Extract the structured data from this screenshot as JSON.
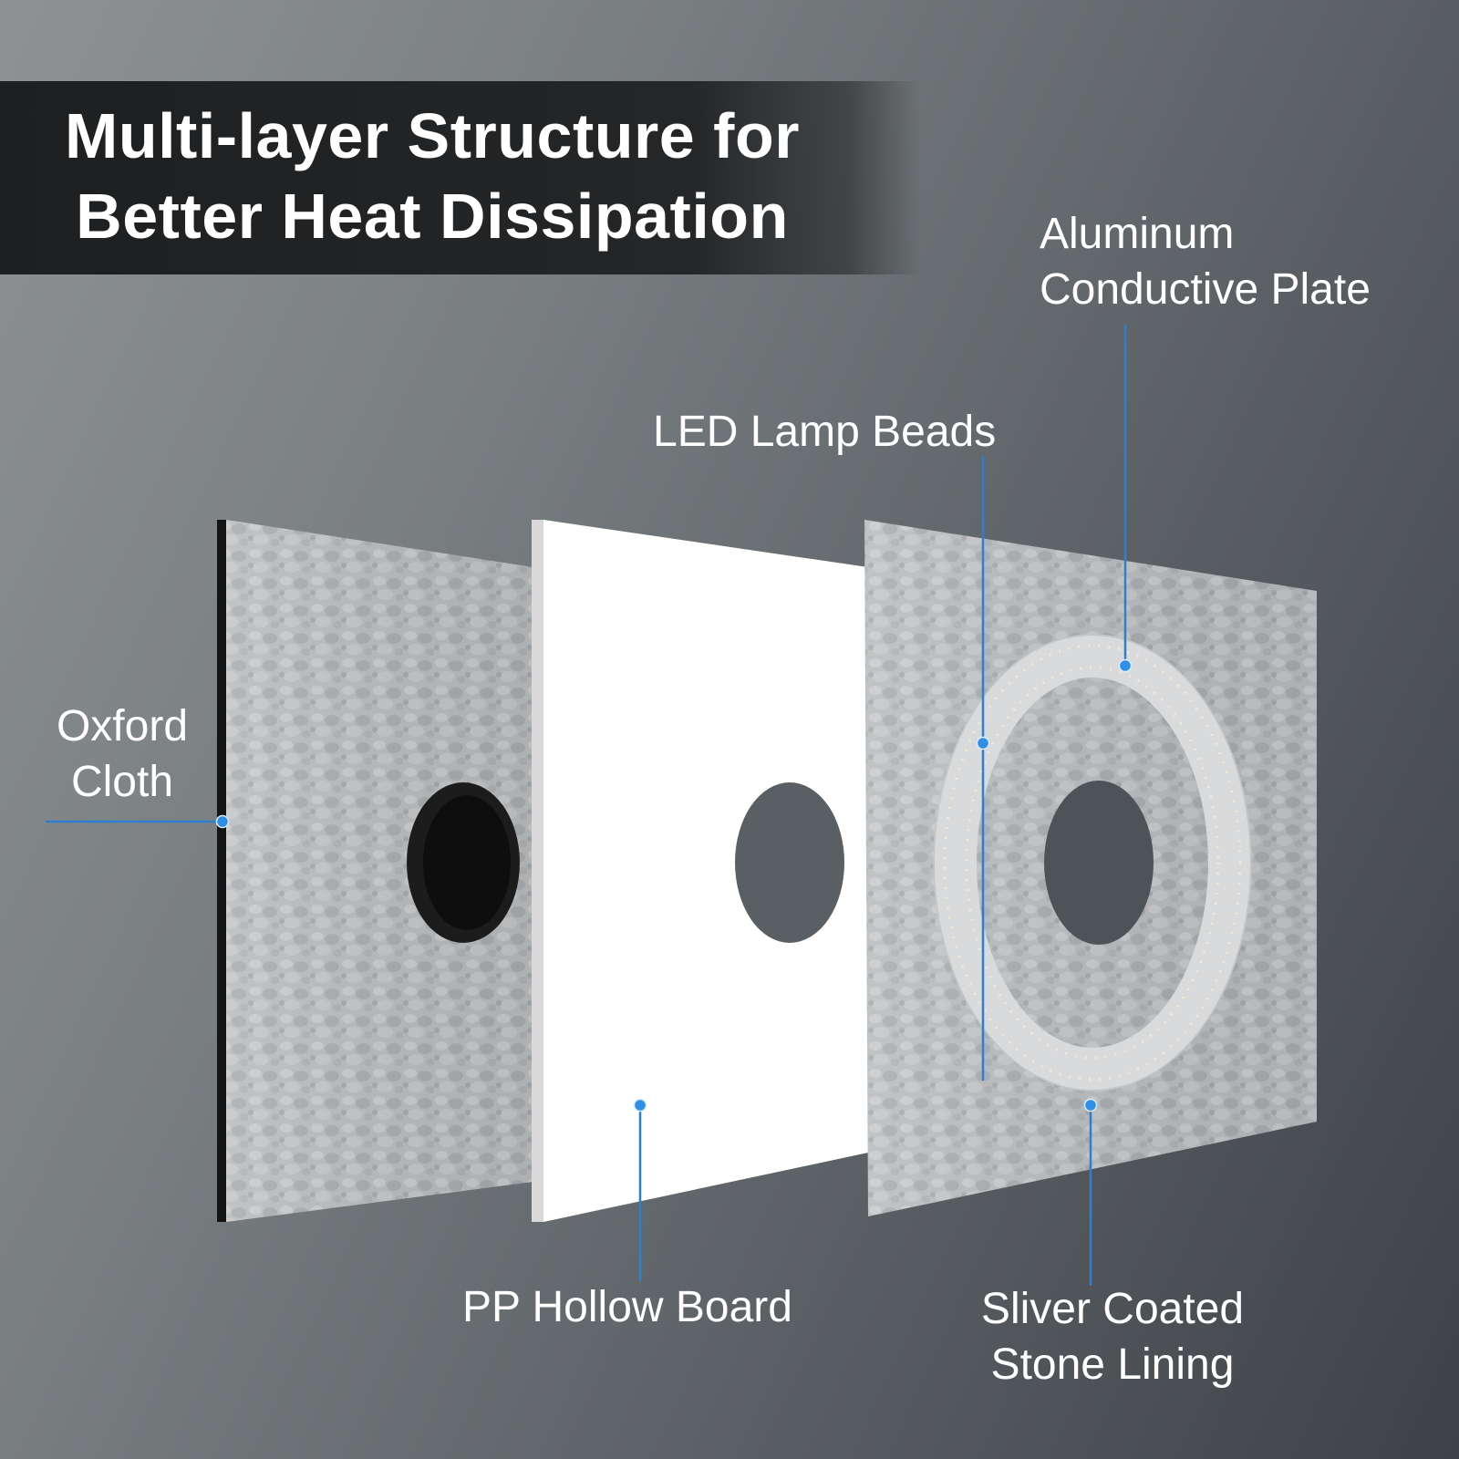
{
  "banner": {
    "title_line1": "Multi-layer Structure for",
    "title_line2": "Better Heat Dissipation"
  },
  "labels": {
    "aluminum_line1": "Aluminum",
    "aluminum_line2": "Conductive Plate",
    "led": "LED Lamp Beads",
    "oxford_line1": "Oxford",
    "oxford_line2": "Cloth",
    "pp": "PP Hollow Board",
    "silver_line1": "Sliver Coated",
    "silver_line2": "Stone Lining"
  },
  "colors": {
    "leader_line": "#2f7fd0",
    "banner_bg": "#1f2123",
    "text": "#ffffff"
  }
}
